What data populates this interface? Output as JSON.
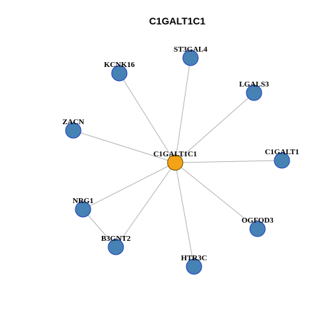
{
  "title": "C1GALT1C1",
  "colors": {
    "center_node_fill": "#F5A316",
    "center_node_stroke": "#6B4A00",
    "node_fill": "#4682B4",
    "node_stroke": "#1F3FBF",
    "edge": "#B3B3B3"
  },
  "nodes": [
    {
      "id": "C1GALT1C1",
      "label": "C1GALT1C1",
      "center": true
    },
    {
      "id": "ST3GAL4",
      "label": "ST3GAL4"
    },
    {
      "id": "KCNK16",
      "label": "KCNK16"
    },
    {
      "id": "LGALS3",
      "label": "LGALS3"
    },
    {
      "id": "ZACN",
      "label": "ZACN"
    },
    {
      "id": "C1GALT1",
      "label": "C1GALT1"
    },
    {
      "id": "NRG1",
      "label": "NRG1"
    },
    {
      "id": "OGFOD3",
      "label": "OGFOD3"
    },
    {
      "id": "B3GNT2",
      "label": "B3GNT2"
    },
    {
      "id": "HTR3C",
      "label": "HTR3C"
    }
  ],
  "edges": [
    {
      "from": "C1GALT1C1",
      "to": "ST3GAL4"
    },
    {
      "from": "C1GALT1C1",
      "to": "KCNK16"
    },
    {
      "from": "C1GALT1C1",
      "to": "LGALS3"
    },
    {
      "from": "C1GALT1C1",
      "to": "ZACN"
    },
    {
      "from": "C1GALT1C1",
      "to": "C1GALT1"
    },
    {
      "from": "C1GALT1C1",
      "to": "NRG1"
    },
    {
      "from": "C1GALT1C1",
      "to": "OGFOD3"
    },
    {
      "from": "C1GALT1C1",
      "to": "B3GNT2"
    },
    {
      "from": "C1GALT1C1",
      "to": "HTR3C"
    },
    {
      "from": "NRG1",
      "to": "B3GNT2"
    }
  ]
}
